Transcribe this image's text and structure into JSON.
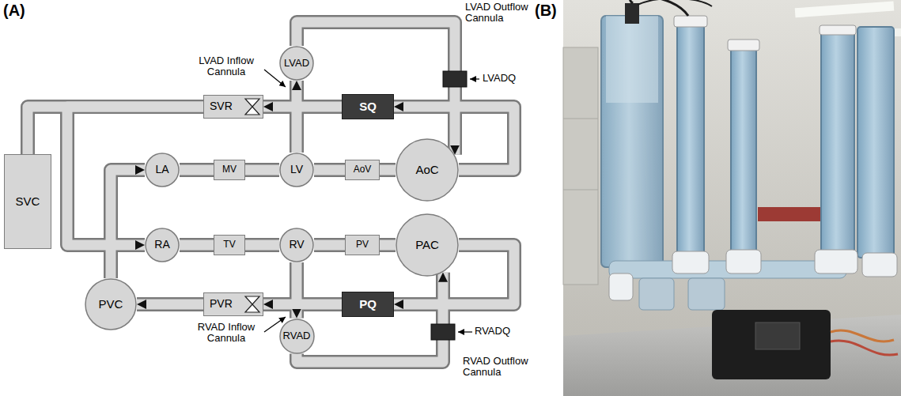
{
  "diagram": {
    "nodes": [
      {
        "text": [
          "LVAD"
        ]
      },
      {
        "text": [
          "SVR"
        ]
      },
      {
        "text": [
          "SQ"
        ]
      },
      {
        "text": [
          "SVC"
        ]
      },
      {
        "text": [
          "LA"
        ]
      },
      {
        "text": [
          "MV"
        ]
      },
      {
        "text": [
          "LV"
        ]
      },
      {
        "text": [
          "AoV"
        ]
      },
      {
        "text": [
          "AoC"
        ]
      },
      {
        "text": [
          "RA"
        ]
      },
      {
        "text": [
          "TV"
        ]
      },
      {
        "text": [
          "RV"
        ]
      },
      {
        "text": [
          "PV"
        ]
      },
      {
        "text": [
          "PAC"
        ]
      },
      {
        "text": [
          "PVC"
        ]
      },
      {
        "text": [
          "PVR"
        ]
      },
      {
        "text": [
          "PQ"
        ]
      },
      {
        "text": [
          "RVAD"
        ]
      }
    ],
    "edges": [
      {
        "from": 1,
        "to": 9,
        "arrow": "to"
      },
      {
        "from": 1,
        "to": 3,
        "arrow": "none"
      },
      {
        "from": 2,
        "to": 1,
        "arrow": "to"
      },
      {
        "from": 8,
        "to": 2,
        "arrow": "to"
      },
      {
        "from": 6,
        "to": 0,
        "arrow": "to"
      },
      {
        "from": 0,
        "to": 8,
        "arrow": "to"
      },
      {
        "from": 4,
        "to": 5,
        "arrow": "none"
      },
      {
        "from": 5,
        "to": 6,
        "arrow": "none"
      },
      {
        "from": 6,
        "to": 7,
        "arrow": "none"
      },
      {
        "from": 7,
        "to": 8,
        "arrow": "none"
      },
      {
        "from": 14,
        "to": 4,
        "arrow": "to"
      },
      {
        "from": 9,
        "to": 10,
        "arrow": "none"
      },
      {
        "from": 10,
        "to": 11,
        "arrow": "none"
      },
      {
        "from": 11,
        "to": 12,
        "arrow": "none"
      },
      {
        "from": 12,
        "to": 13,
        "arrow": "none"
      },
      {
        "from": 13,
        "to": 16,
        "arrow": "to"
      },
      {
        "from": 16,
        "to": 15,
        "arrow": "to"
      },
      {
        "from": 15,
        "to": 14,
        "arrow": "to"
      },
      {
        "from": 11,
        "to": 17,
        "arrow": "to"
      },
      {
        "from": 17,
        "to": 13,
        "arrow": "to"
      }
    ],
    "labels": [
      "(A)",
      "LVAD Inflow Cannula",
      "LVAD Outflow Cannula",
      "LVADQ",
      "RVADQ",
      "RVAD Inflow Cannula",
      "RVAD Outflow Cannula",
      "(B)"
    ]
  }
}
